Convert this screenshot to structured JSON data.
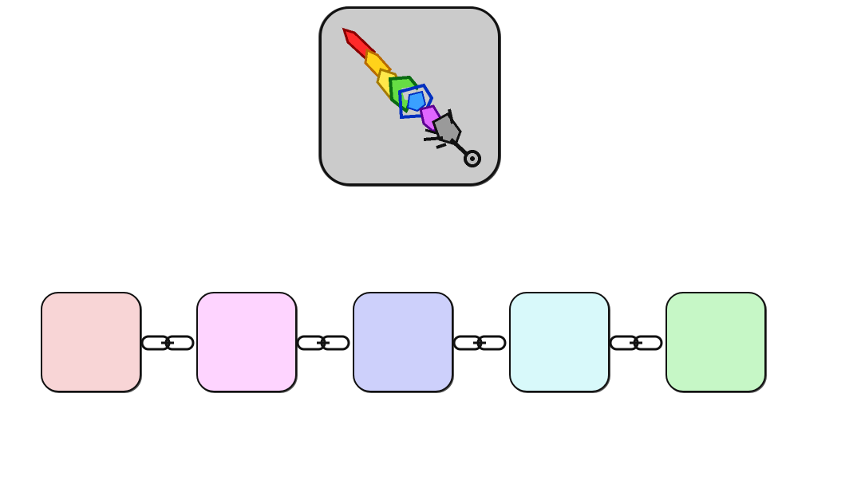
{
  "item": {
    "name_icon": "rainbow-sword-icon",
    "slot_color": "#cbcbcb"
  },
  "slots": [
    {
      "id": "slot-1",
      "color": "#f8d5d6"
    },
    {
      "id": "slot-2",
      "color": "#fed4ff"
    },
    {
      "id": "slot-3",
      "color": "#cdd0fb"
    },
    {
      "id": "slot-4",
      "color": "#d8f9fa"
    },
    {
      "id": "slot-5",
      "color": "#c6f7c6"
    }
  ],
  "connector_icon": "chain-link-icon"
}
